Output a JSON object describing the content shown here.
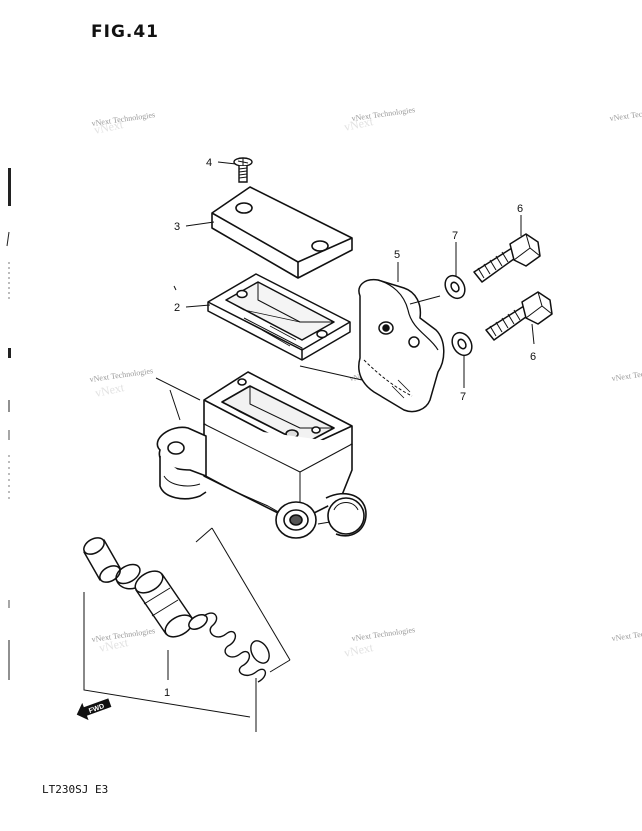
{
  "figure": {
    "title": "FIG.41",
    "model_code": "LT230SJ  E3"
  },
  "callouts": [
    "1",
    "2",
    "3",
    "4",
    "5",
    "6",
    "6",
    "7",
    "7"
  ],
  "fwd_label": "FWD",
  "watermark": {
    "text": "vNext Technologies"
  }
}
